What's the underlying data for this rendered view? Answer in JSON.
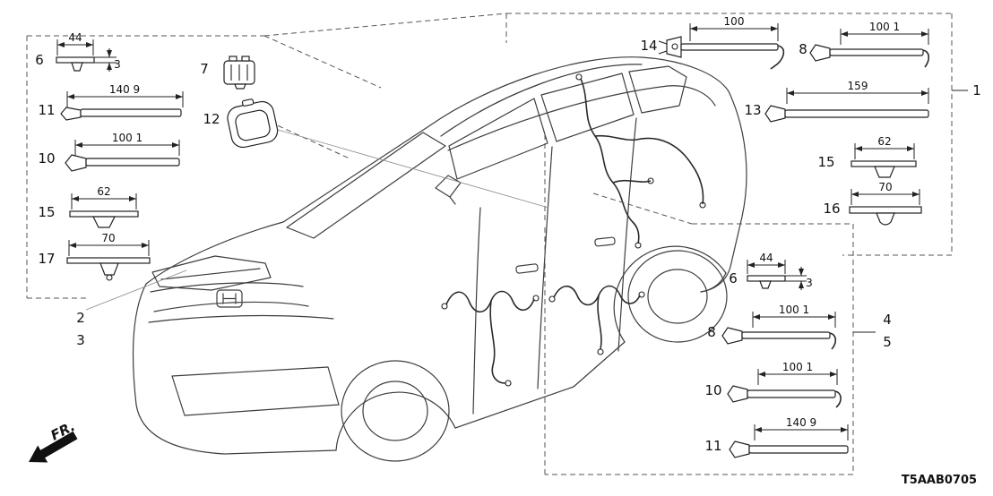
{
  "code": "T5AAB0705",
  "fr_label": "FR.",
  "colors": {
    "line": "#222222",
    "background": "#ffffff"
  },
  "ref_labels": {
    "r1": "1",
    "r2": "2",
    "r3": "3",
    "r4": "4",
    "r5": "5"
  },
  "left_items": {
    "i6": {
      "num": "6",
      "dim": "44",
      "dim2": "3"
    },
    "i7": {
      "num": "7"
    },
    "i11": {
      "num": "11",
      "dim": "140 9"
    },
    "i12": {
      "num": "12"
    },
    "i10": {
      "num": "10",
      "dim": "100 1"
    },
    "i15": {
      "num": "15",
      "dim": "62"
    },
    "i17": {
      "num": "17",
      "dim": "70"
    }
  },
  "box1_items": {
    "i14": {
      "num": "14",
      "dim": "100"
    },
    "i8": {
      "num": "8",
      "dim": "100 1"
    },
    "i13": {
      "num": "13",
      "dim": "159"
    },
    "i15": {
      "num": "15",
      "dim": "62"
    },
    "i16": {
      "num": "16",
      "dim": "70"
    }
  },
  "box2_items": {
    "i6": {
      "num": "6",
      "dim": "44",
      "dim2": "3"
    },
    "i8": {
      "num": "8",
      "dim": "100 1"
    },
    "i10": {
      "num": "10",
      "dim": "100 1"
    },
    "i11": {
      "num": "11",
      "dim": "140 9"
    }
  }
}
